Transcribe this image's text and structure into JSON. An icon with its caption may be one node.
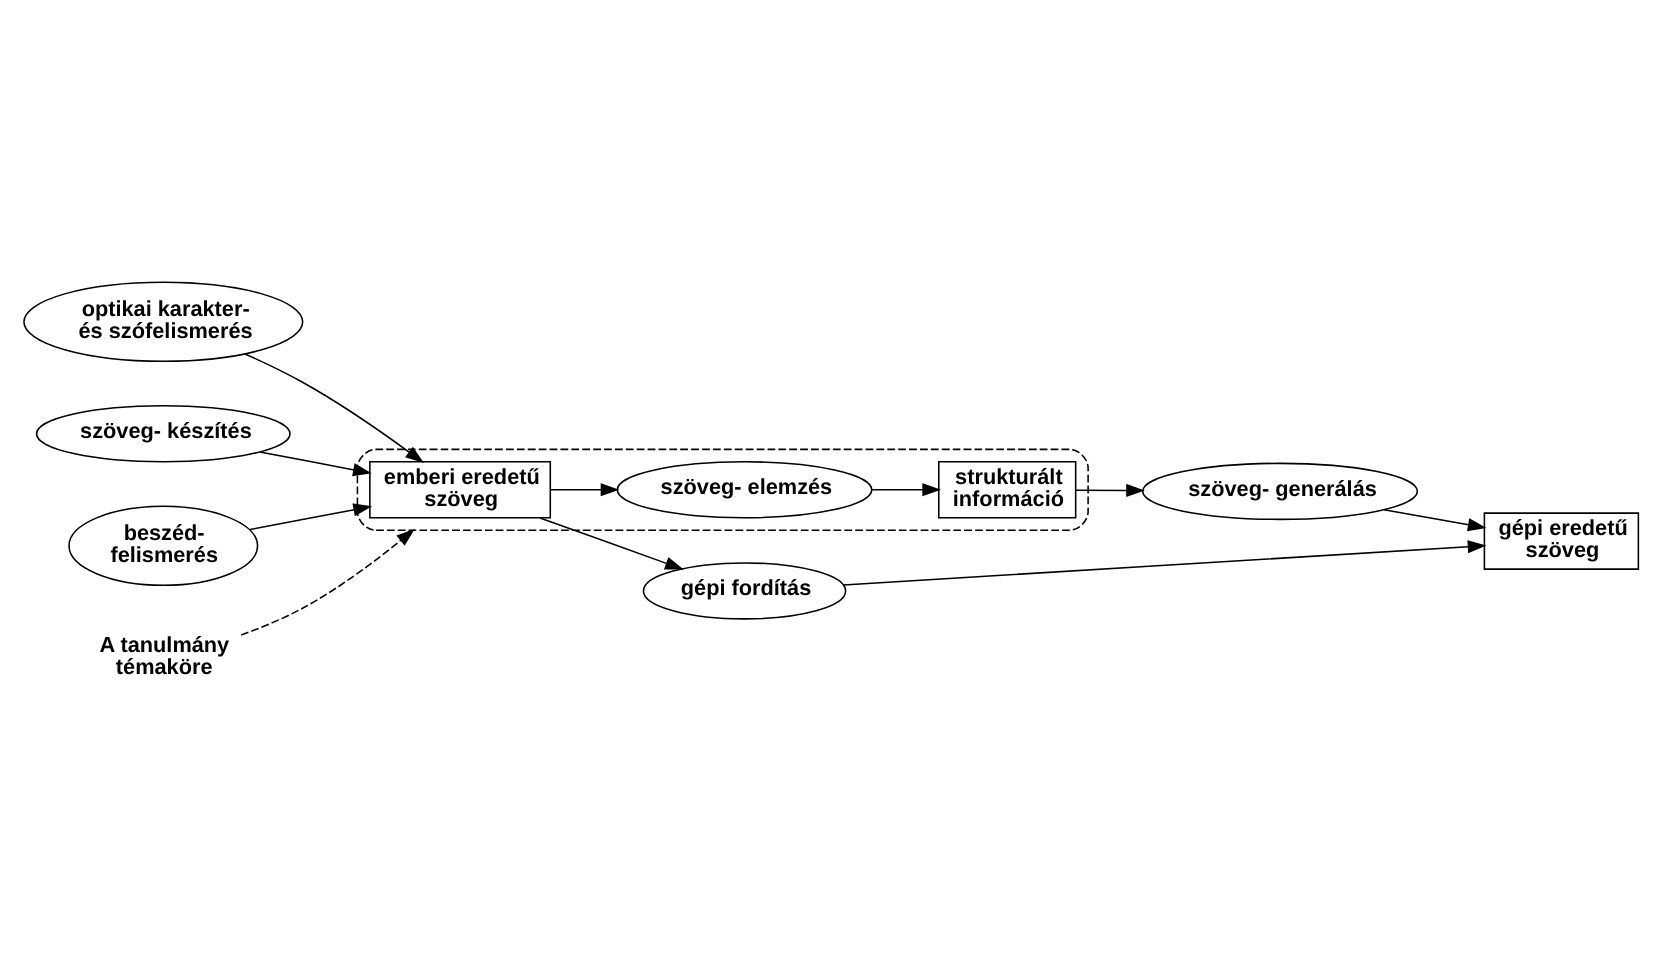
{
  "diagram": {
    "nodes": [
      {
        "text": [
          "gépi eredetű szöveg"
        ]
      },
      {
        "text": [
          "optikai karakter- és szófelismerés"
        ]
      },
      {
        "text": [
          "gépi fordítás"
        ]
      },
      {
        "text": [
          "szöveg- generálás"
        ]
      },
      {
        "text": [
          "szöveg- készítés"
        ]
      },
      {
        "text": [],
        "shape": "ellipse"
      },
      {
        "text": [
          "emberi eredetű szöveg"
        ],
        "in": 5
      },
      {
        "text": [
          "szöveg- elemzés"
        ],
        "in": 5
      },
      {
        "text": [
          "strukturált információ"
        ],
        "in": 5
      },
      {
        "text": [
          "beszéd- felismerés"
        ]
      },
      {
        "text": [
          "A tanulmány témaköre"
        ]
      }
    ],
    "edges": [
      {
        "from": 1,
        "to": 6,
        "arrow": "to"
      },
      {
        "from": 4,
        "to": 6,
        "arrow": "to"
      },
      {
        "from": 9,
        "to": 6,
        "arrow": "to"
      },
      {
        "from": 6,
        "to": 2,
        "arrow": "to"
      },
      {
        "from": 2,
        "to": 0,
        "arrow": "to"
      },
      {
        "from": 6,
        "to": 7,
        "arrow": "to"
      },
      {
        "from": 7,
        "to": 8,
        "arrow": "to"
      },
      {
        "from": 8,
        "to": 3,
        "arrow": "to"
      },
      {
        "from": 3,
        "to": 0,
        "arrow": "to"
      },
      {
        "from": 10,
        "to": 5,
        "arrow": "to",
        "style": "dashed"
      }
    ]
  }
}
